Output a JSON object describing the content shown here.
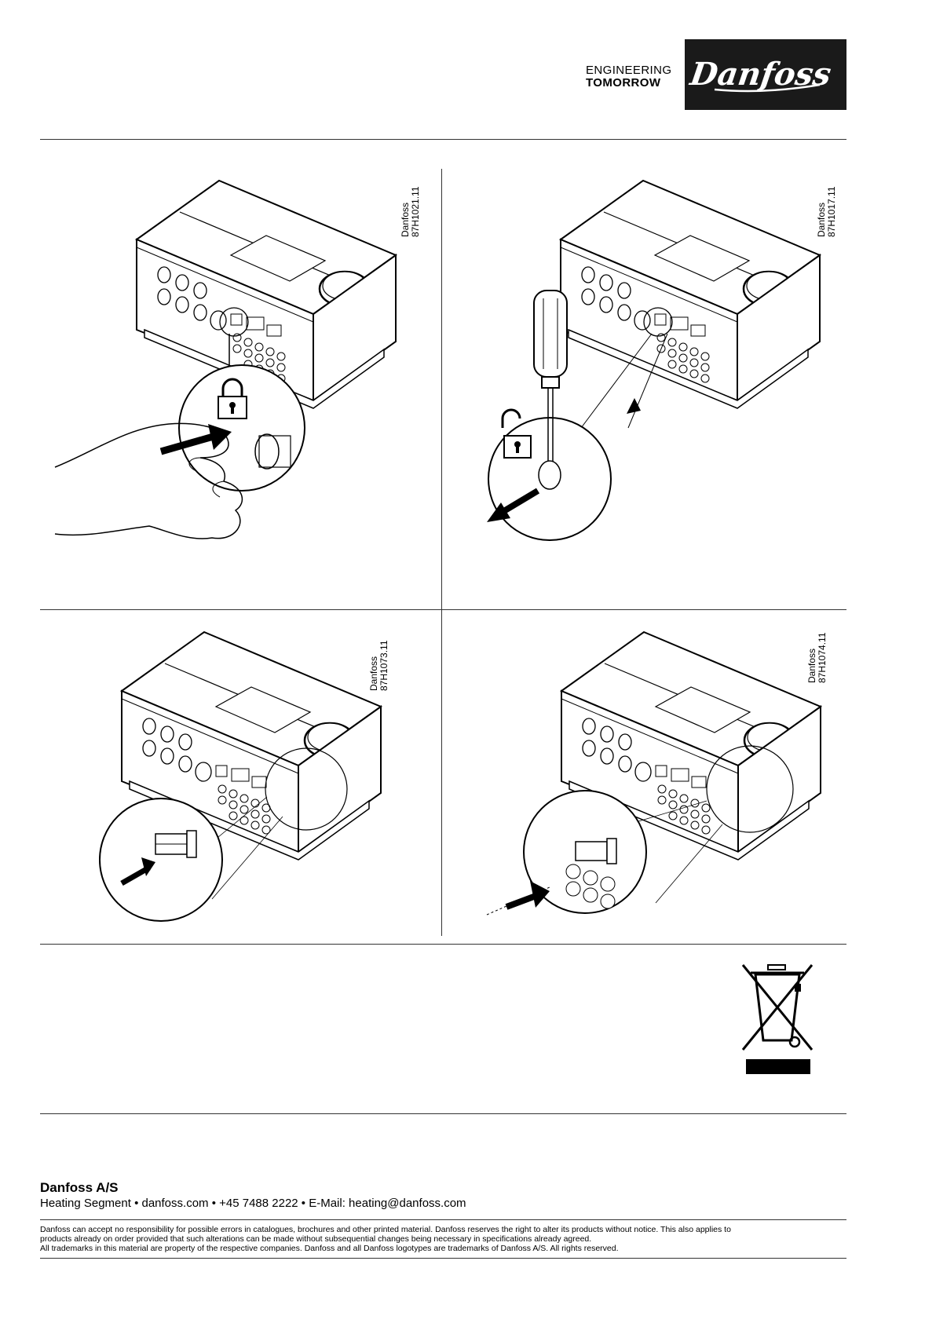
{
  "header": {
    "tagline_line1": "ENGINEERING",
    "tagline_line2": "TOMORROW",
    "logo_text": "Danfoss"
  },
  "figures": [
    {
      "code_line1": "Danfoss",
      "code_line2": "87H1021.11",
      "icon": "padlock-closed-icon"
    },
    {
      "code_line1": "Danfoss",
      "code_line2": "87H1017.11",
      "icon": "padlock-open-icon"
    },
    {
      "code_line1": "Danfoss",
      "code_line2": "87H1073.11",
      "icon": "connector-plug-icon"
    },
    {
      "code_line1": "Danfoss",
      "code_line2": "87H1074.11",
      "icon": "connector-plug-icon"
    }
  ],
  "disposal_symbol": "crossed-out-wheelie-bin-icon",
  "footer": {
    "company": "Danfoss A/S",
    "contact": "Heating Segment • danfoss.com • +45 7488 2222 • E-Mail: heating@danfoss.com",
    "disclaimer_line1": "Danfoss can accept no responsibility for possible errors in catalogues, brochures and other printed material. Danfoss reserves the right to alter its products without notice. This also applies to",
    "disclaimer_line2": "products already on order provided that such alterations can be made without subsequential changes being necessary in specifications already agreed.",
    "disclaimer_line3": "All trademarks in this material are property of the respective companies. Danfoss and all Danfoss logotypes are trademarks of Danfoss A/S. All rights reserved."
  }
}
